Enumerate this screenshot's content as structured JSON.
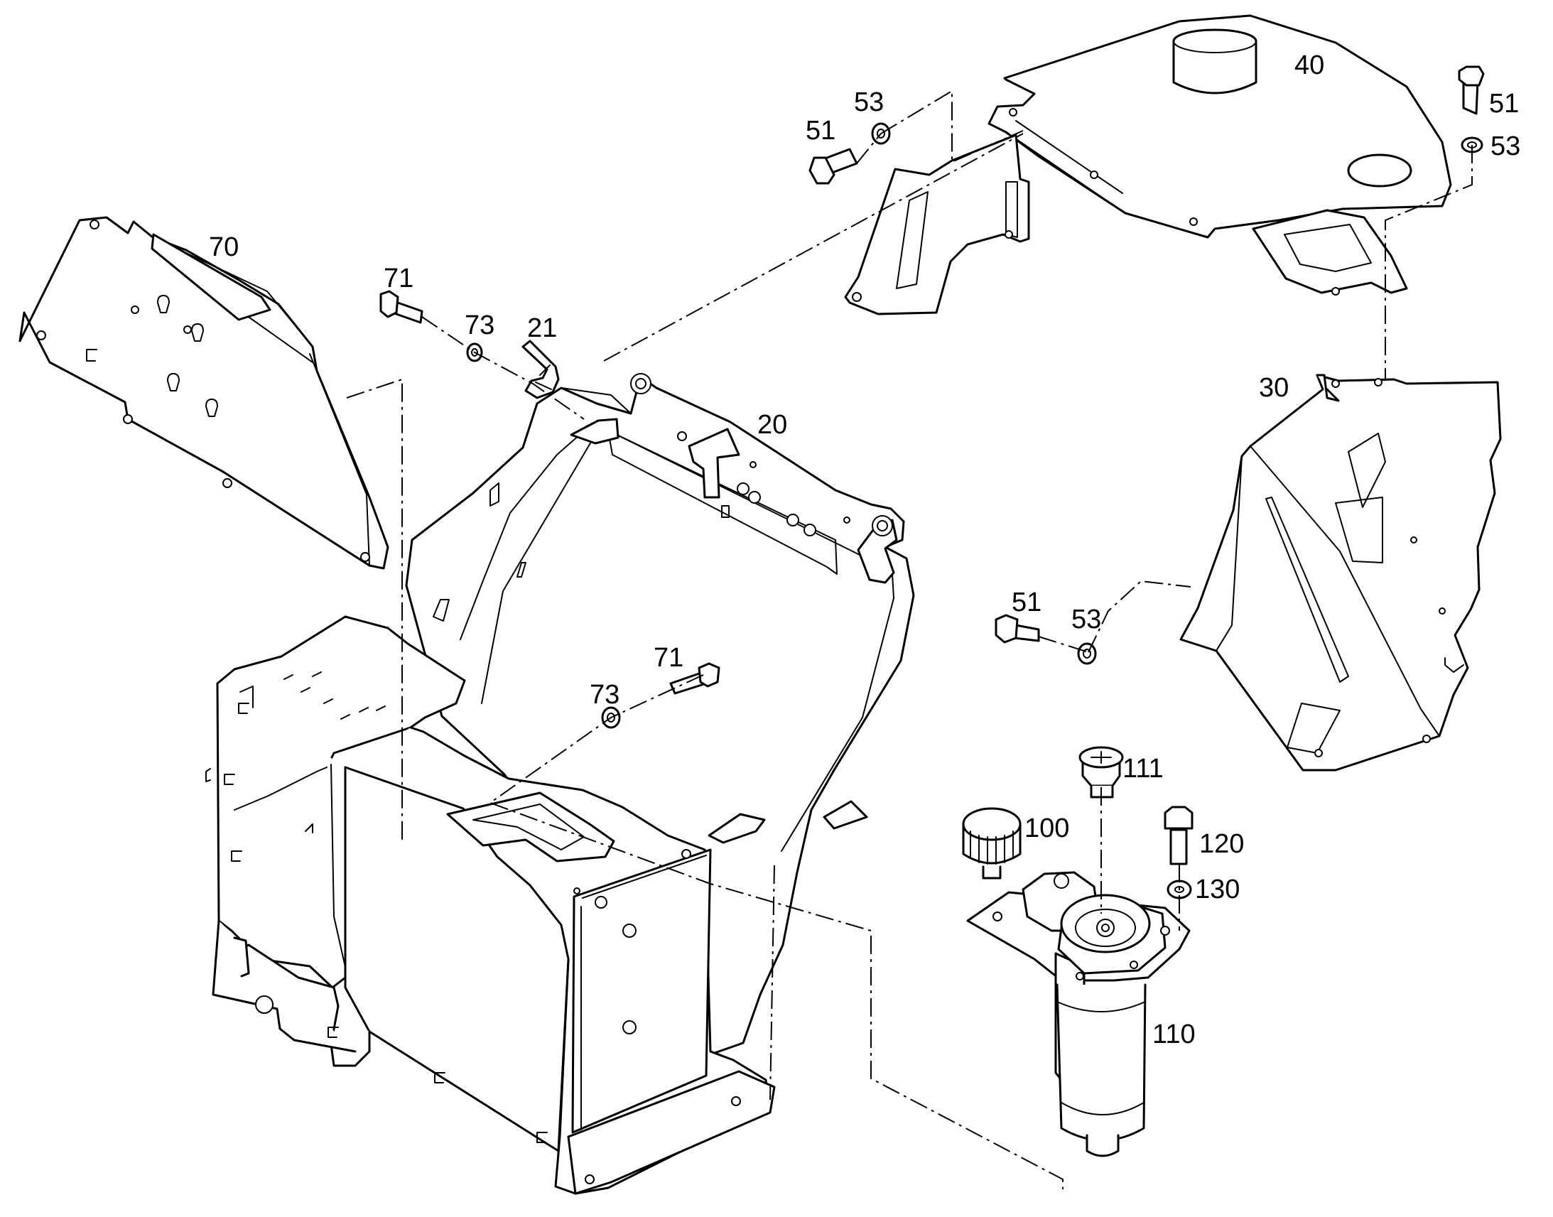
{
  "diagram": {
    "type": "exploded-parts-view",
    "callouts": [
      {
        "id": "label-40",
        "text": "40"
      },
      {
        "id": "label-51-top-left",
        "text": "51"
      },
      {
        "id": "label-53-top-left",
        "text": "53"
      },
      {
        "id": "label-51-top-right",
        "text": "51"
      },
      {
        "id": "label-53-top-right",
        "text": "53"
      },
      {
        "id": "label-70",
        "text": "70"
      },
      {
        "id": "label-71-upper",
        "text": "71"
      },
      {
        "id": "label-73-upper",
        "text": "73"
      },
      {
        "id": "label-21",
        "text": "21"
      },
      {
        "id": "label-20",
        "text": "20"
      },
      {
        "id": "label-30",
        "text": "30"
      },
      {
        "id": "label-51-right",
        "text": "51"
      },
      {
        "id": "label-53-right",
        "text": "53"
      },
      {
        "id": "label-71-lower",
        "text": "71"
      },
      {
        "id": "label-73-lower",
        "text": "73"
      },
      {
        "id": "label-111",
        "text": "111"
      },
      {
        "id": "label-100",
        "text": "100"
      },
      {
        "id": "label-120",
        "text": "120"
      },
      {
        "id": "label-130",
        "text": "130"
      },
      {
        "id": "label-110",
        "text": "110"
      }
    ]
  }
}
